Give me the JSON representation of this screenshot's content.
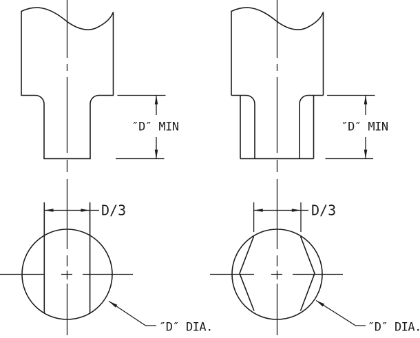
{
  "colors": {
    "background": "#ffffff",
    "ink": "#1c1c1c"
  },
  "views": {
    "side_left": {
      "dim_label": "″D″ MIN"
    },
    "side_right": {
      "dim_label": "″D″ MIN"
    },
    "end_left": {
      "width_label": "D/3",
      "dia_label": "″D″ DIA."
    },
    "end_right": {
      "width_label": "D/3",
      "dia_label": "″D″ DIA."
    }
  }
}
